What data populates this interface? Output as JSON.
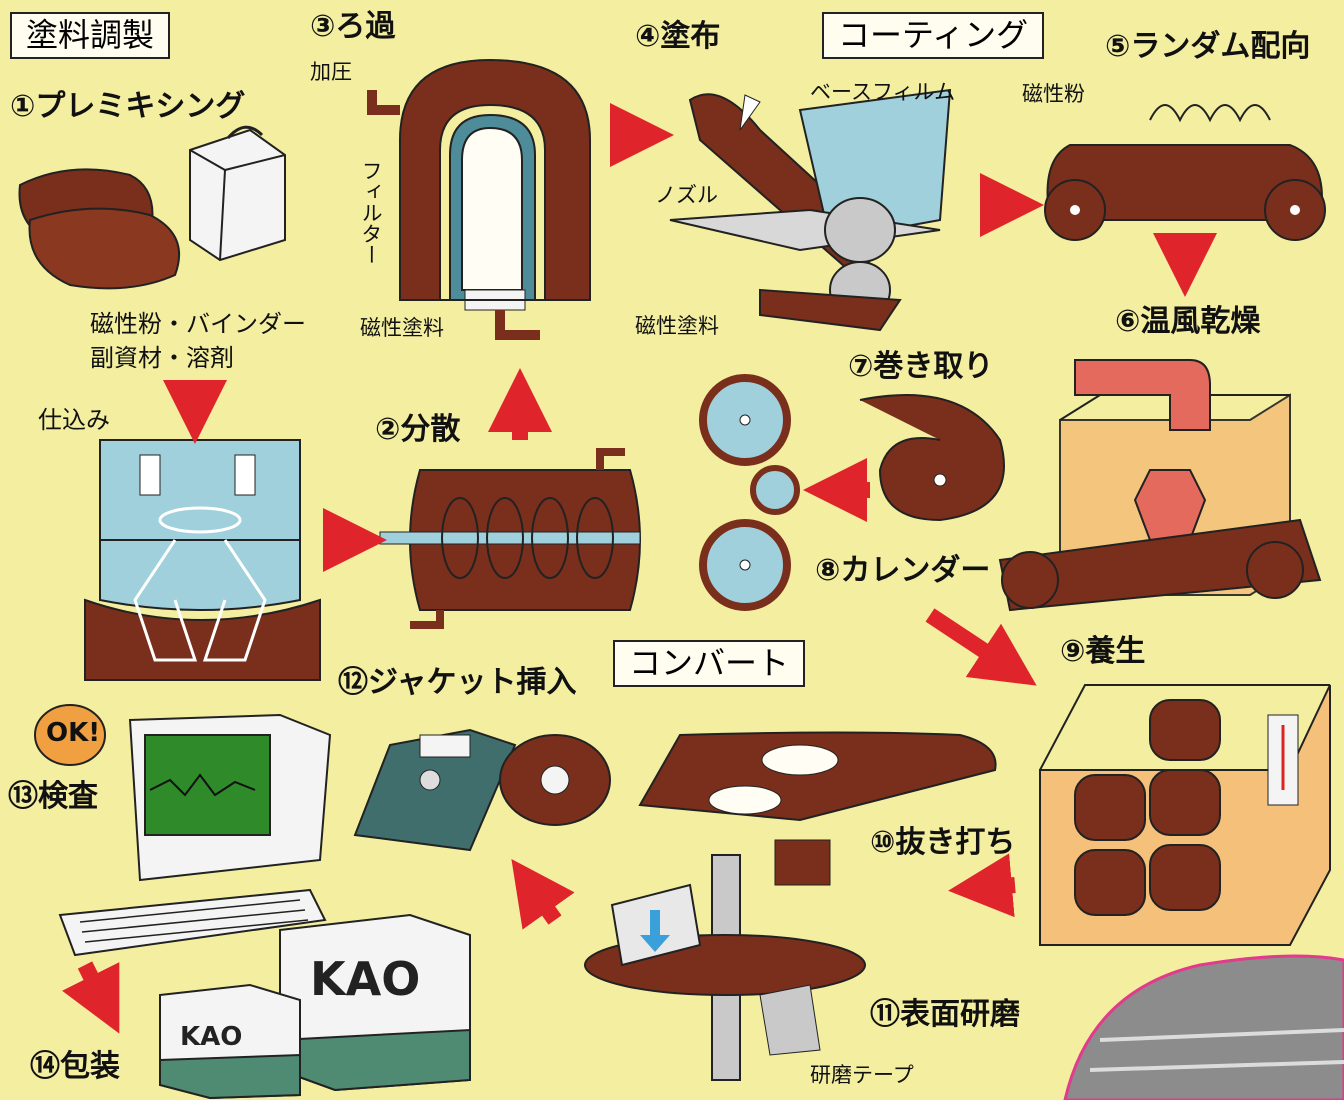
{
  "sections": {
    "prep": "塗料調製",
    "coating": "コーティング",
    "convert": "コンバート"
  },
  "steps": [
    {
      "label": "①プレミキシング"
    },
    {
      "label": "②分散"
    },
    {
      "label": "③ろ過"
    },
    {
      "label": "④塗布"
    },
    {
      "label": "⑤ランダム配向"
    },
    {
      "label": "⑥温風乾燥"
    },
    {
      "label": "⑦巻き取り"
    },
    {
      "label": "⑧カレンダー"
    },
    {
      "label": "⑨養生"
    },
    {
      "label": "⑩抜き打ち"
    },
    {
      "label": "⑪表面研磨"
    },
    {
      "label": "⑫ジャケット挿入"
    },
    {
      "label": "⑬検査"
    },
    {
      "label": "⑭包装"
    }
  ],
  "annotations": {
    "materials_line1": "磁性粉・バインダー",
    "materials_line2": "副資材・溶剤",
    "charging": "仕込み",
    "pressure": "加圧",
    "filter": "フィルター",
    "magnetic_paint_1": "磁性塗料",
    "base_film": "ベースフィルム",
    "nozzle": "ノズル",
    "magnetic_paint_2": "磁性塗料",
    "magnetic_powder": "磁性粉",
    "polishing_tape": "研磨テープ",
    "ok": "OK!",
    "brand_large": "KAO",
    "brand_small": "KAO"
  },
  "colors": {
    "background": "#f3eea0",
    "brown": "#7a2e1c",
    "arrow_red": "#e0242b",
    "light_blue": "#9fd0dc",
    "screen_green": "#2f8a2a",
    "disk_teal": "#3f6e6c",
    "box_green": "#4f8a73",
    "orange_box": "#f5c17a"
  }
}
